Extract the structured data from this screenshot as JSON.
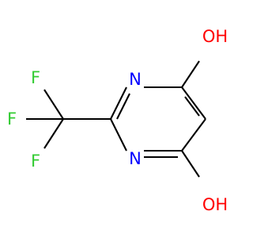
{
  "molecule": {
    "atoms": {
      "oh_top": "OH",
      "oh_bottom": "OH",
      "n_top": "N",
      "n_bottom": "N",
      "f_top": "F",
      "f_middle": "F",
      "f_bottom": "F"
    },
    "colors": {
      "bond": "#000000",
      "oxygen": "#ff0000",
      "nitrogen": "#0000ff",
      "fluorine": "#33cc33"
    }
  }
}
